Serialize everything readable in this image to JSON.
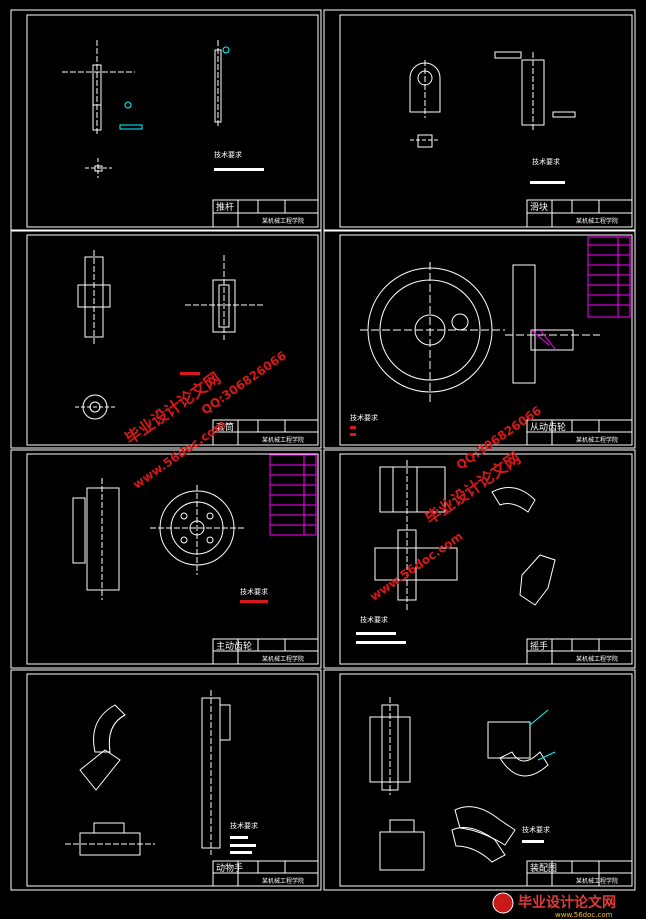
{
  "sheets": [
    {
      "title": "推杆",
      "school": "某机械工程学院"
    },
    {
      "title": "滑块",
      "school": "某机械工程学院"
    },
    {
      "title": "套筒",
      "school": "某机械工程学院"
    },
    {
      "title": "从动齿轮",
      "school": "某机械工程学院"
    },
    {
      "title": "主动齿轮",
      "school": "某机械工程学院"
    },
    {
      "title": "摇手",
      "school": "某机械工程学院"
    },
    {
      "title": "动物手",
      "school": "某机械工程学院"
    },
    {
      "title": "装配图",
      "school": "某机械工程学院"
    }
  ],
  "notes_heading": "技术要求",
  "watermarks": {
    "site": "www.56doc.com",
    "brand": "毕业设计论文网",
    "qq": "QQ:306826066"
  },
  "footer": {
    "brand": "毕业设计论文网",
    "url": "www.56doc.com"
  },
  "colors": {
    "background": "#000000",
    "line": "#ffffff",
    "accent": "#00ffff",
    "hatch": "#ff00ff",
    "watermark": "#d81818"
  }
}
